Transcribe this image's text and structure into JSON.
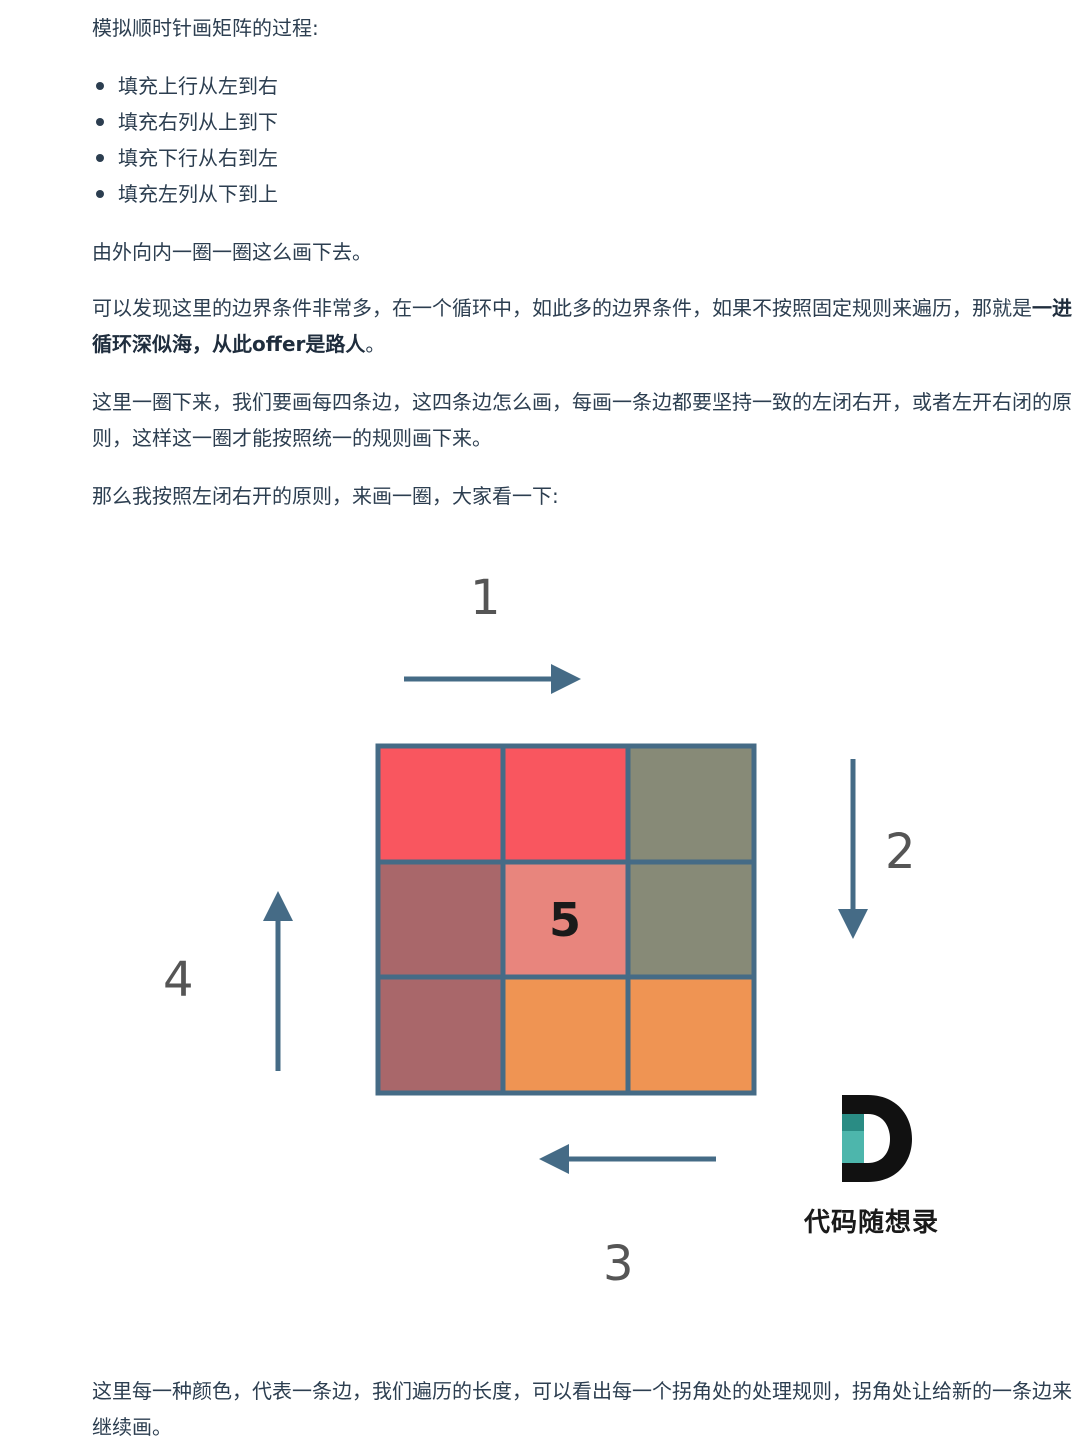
{
  "intro": "模拟顺时针画矩阵的过程:",
  "steps": [
    "填充上行从左到右",
    "填充右列从上到下",
    "填充下行从右到左",
    "填充左列从下到上"
  ],
  "outer_to_inner": "由外向内一圈一圈这么画下去。",
  "boundary_text": "可以发现这里的边界条件非常多，在一个循环中，如此多的边界条件，如果不按照固定规则来遍历，那就是",
  "boundary_bold": "一进循环深似海，从此offer是路人",
  "boundary_end": "。",
  "edges_text": "这里一圈下来，我们要画每四条边，这四条边怎么画，每画一条边都要坚持一致的左闭右开，或者左开右闭的原则，这样这一圈才能按照统一的规则画下来。",
  "lead_text": "那么我按照左闭右开的原则，来画一圈，大家看一下:",
  "figure": {
    "labels": {
      "top": "1",
      "right": "2",
      "bottom": "3",
      "left": "4",
      "center": "5"
    },
    "colors": {
      "top_edge": "#f9565f",
      "right_edge": "#878a77",
      "bottom_edge": "#ef9453",
      "left_edge": "#a9676a",
      "center": "#e8857d",
      "grid_line": "#456b86",
      "arrow": "#456b86"
    },
    "brand": {
      "name": "代码随想录",
      "logo_icon": "letter-d-logo"
    }
  },
  "caption": "这里每一种颜色，代表一条边，我们遍历的长度，可以看出每一个拐角处的处理规则，拐角处让给新的一条边来继续画。"
}
